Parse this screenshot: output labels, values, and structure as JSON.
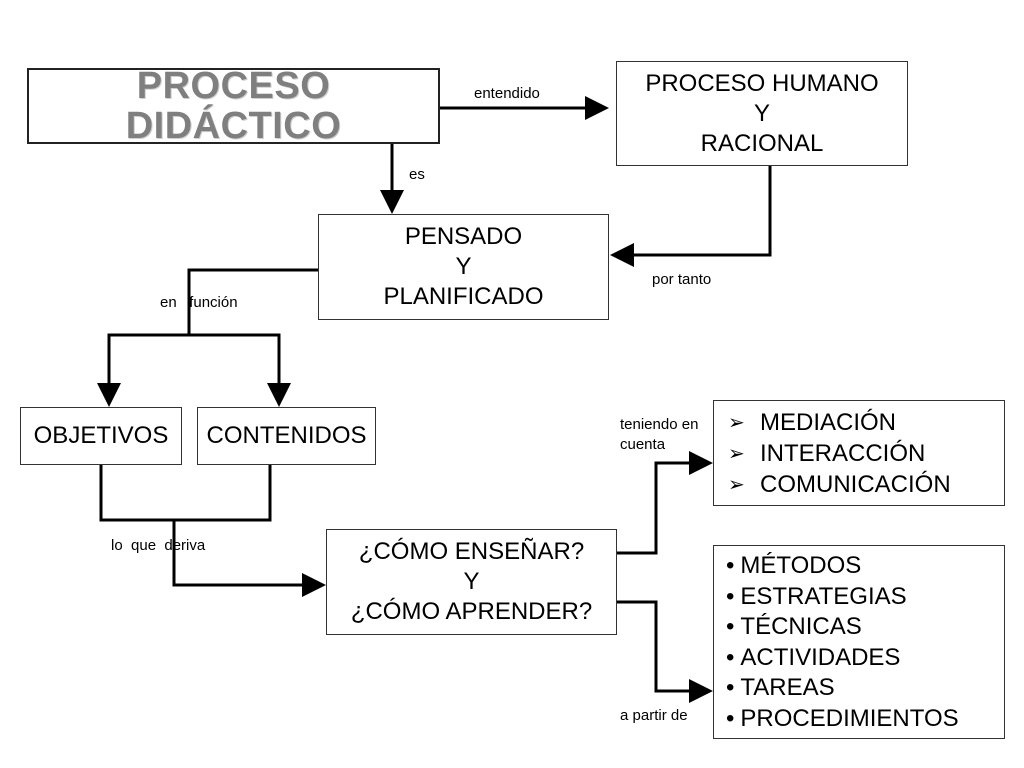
{
  "title": "PROCESO DIDÁCTICO",
  "nodes": {
    "proceso_humano": [
      "PROCESO HUMANO",
      "Y",
      "RACIONAL"
    ],
    "pensado": [
      "PENSADO",
      "Y",
      "PLANIFICADO"
    ],
    "objetivos": "OBJETIVOS",
    "contenidos": "CONTENIDOS",
    "como": [
      "¿CÓMO ENSEÑAR?",
      "Y",
      "¿CÓMO APRENDER?"
    ]
  },
  "mediacion_list": {
    "bullet": "➢",
    "items": [
      "MEDIACIÓN",
      "INTERACCIÓN",
      "COMUNICACIÓN"
    ]
  },
  "metodos_list": {
    "bullet": "•",
    "items": [
      "MÉTODOS",
      "ESTRATEGIAS",
      "TÉCNICAS",
      "ACTIVIDADES",
      "TAREAS",
      "PROCEDIMIENTOS"
    ]
  },
  "edge_labels": {
    "entendido": "entendido",
    "es": "es",
    "por_tanto": "por tanto",
    "en_funcion": "en   función",
    "lo_que_deriva": "lo  que  deriva",
    "teniendo_en": "teniendo en",
    "cuenta": "cuenta",
    "a_partir_de": "a partir de"
  }
}
